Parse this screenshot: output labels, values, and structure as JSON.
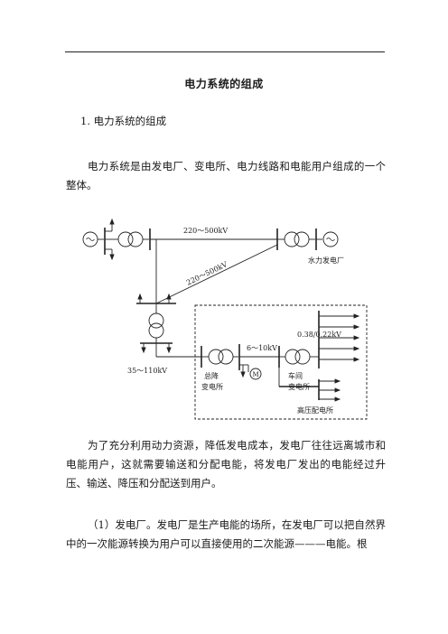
{
  "document": {
    "title": "电力系统的组成",
    "section_heading": "1.  电力系统的组成",
    "paragraphs": [
      "电力系统是由发电厂、变电所、电力线路和电能用户组成的一个整体。",
      "为了充分利用动力资源，降低发电成本，发电厂往往远离城市和电能用户，这就需要输送和分配电能，将发电厂发出的电能经过升压、输送、降压和分配送到用户。",
      "（1）发电厂。发电厂是生产电能的场所，在发电厂可以把自然界中的一次能源转换为用户可以直接使用的二次能源———电能。根"
    ]
  },
  "diagram": {
    "labels": {
      "line_top": "220～500kV",
      "line_diag": "220～500kV",
      "hydro_plant": "水力发电厂",
      "line_35": "35～110kV",
      "substation_main_1": "总降",
      "substation_main_2": "变电所",
      "voltage_6_10": "6～10kV",
      "motor": "M",
      "low_voltage": "0.38/0.22kV",
      "workshop_1": "车间",
      "workshop_2": "变电所",
      "hv_distribution": "高压配电所"
    }
  }
}
